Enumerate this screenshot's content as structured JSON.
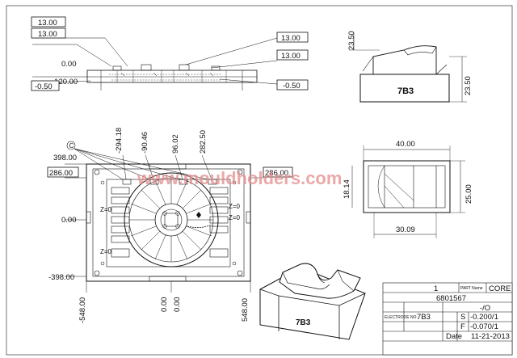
{
  "top_view": {
    "left_labels": [
      "13.00",
      "13.00",
      "0.00",
      "-120.00",
      "-0.50"
    ],
    "right_labels": [
      "13.00",
      "13.00",
      "-0.50"
    ]
  },
  "part_side": {
    "height_label": "23.50",
    "top_label": "23.50",
    "part_id": "7B3"
  },
  "part_plan": {
    "width_label": "40.00",
    "depth_label": "25.00",
    "inner_label": "18.14",
    "bottom_label": "30.09"
  },
  "main_plan": {
    "top_labels": [
      "-294.18",
      "-90.46",
      "96.02",
      "282.50"
    ],
    "callout_letter": "C",
    "left_labels": [
      "398.00",
      "286.00",
      "0.00",
      "-398.00"
    ],
    "right_label": "286.00",
    "bottom_labels": [
      "-548.00",
      "0.00",
      "0.00",
      "548.00"
    ],
    "z_labels": [
      "Z=0",
      "Z=0",
      "Z=0",
      "Z=0"
    ]
  },
  "iso_view": {
    "part_id": "7B3"
  },
  "watermark": "www.mouldholders.com",
  "title_block": {
    "qty": "1",
    "part_name_header": "PART Name",
    "part_name": "CORE",
    "drawing_no": "6801567",
    "electrode_header": "ELECTRODE NO.",
    "electrode_no": "7B3",
    "tol_header": "-/O",
    "s_label": "S",
    "s_value": "-0.200/1",
    "f_label": "F",
    "f_value": "-0.070/1",
    "date_label": "Date",
    "date_value": "11-21-2013"
  },
  "colors": {
    "line": "#111111",
    "watermark": "#e58b8b"
  }
}
